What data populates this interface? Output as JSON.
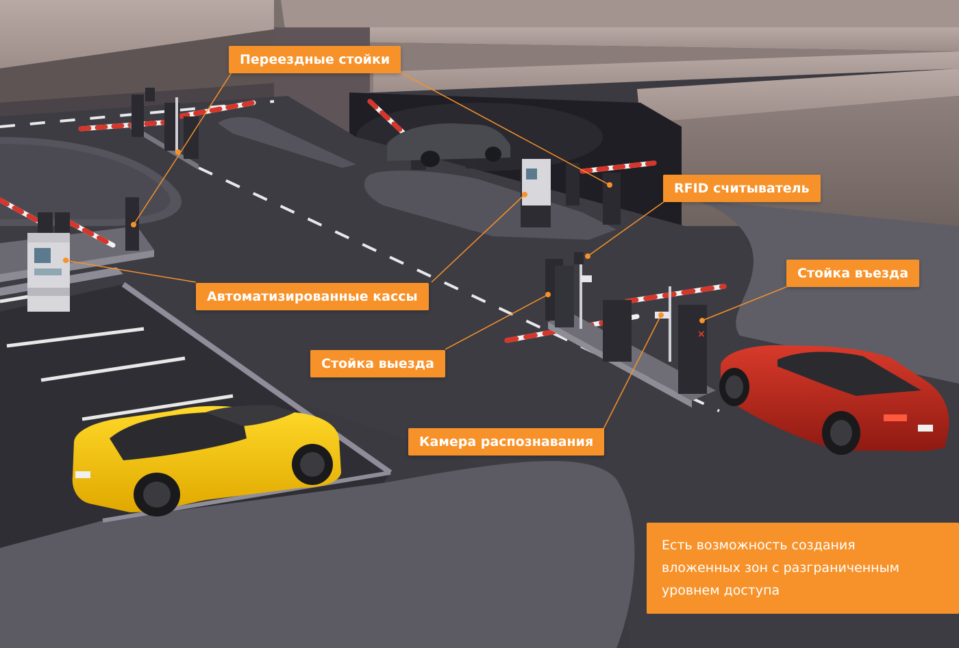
{
  "callouts": {
    "pereezdnye": "Переездные стойки",
    "rfid": "RFID считыватель",
    "stoyka_vezda": "Стойка въезда",
    "kassy": "Автоматизированные кассы",
    "stoyka_vyezda": "Стойка выезда",
    "kamera": "Камера распознавания"
  },
  "note": {
    "lines": [
      "Есть возможность создания",
      "вложенных зон с разграниченным",
      "уровнем доступа"
    ]
  },
  "colors": {
    "accent": "#f7922a",
    "asphalt": "#3c3b42",
    "yellow_car": "#f2c40f",
    "red_car": "#c0281e"
  }
}
